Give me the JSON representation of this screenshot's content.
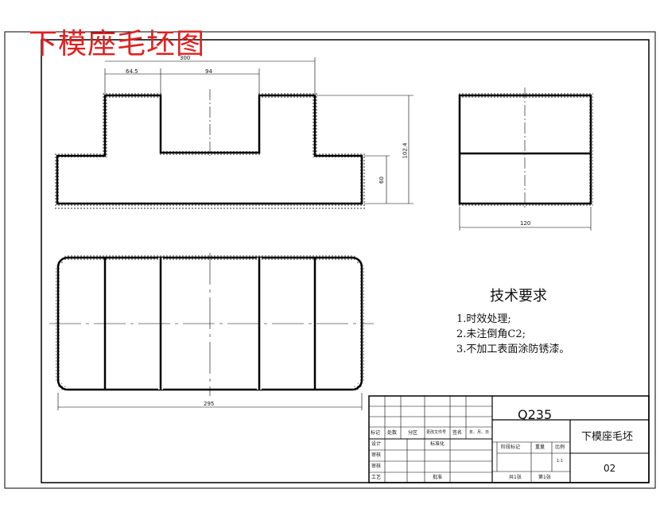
{
  "drawing_title": "下模座毛坯图",
  "dimensions": {
    "overall_top": "300",
    "left_step": "64.5",
    "slot_width": "94",
    "height_total": "102.4",
    "height_base": "60",
    "side_width": "120",
    "bottom_overall": "295"
  },
  "tech_requirements": {
    "title": "技术要求",
    "items": [
      "1.时效处理;",
      "2.未注倒角C2;",
      "3.不加工表面涂防锈漆。"
    ]
  },
  "title_block": {
    "material": "Q235",
    "part_name": "下模座毛坯",
    "drawing_no": "02",
    "headers": [
      "标记",
      "处数",
      "分区",
      "更改文件号",
      "签名",
      "年、月、日"
    ],
    "rows": [
      "设计",
      "审核",
      "审核",
      "工艺"
    ],
    "standardize": "标准化",
    "approve": "批准",
    "stage_mark": "阶段标记",
    "weight": "重量",
    "scale": "比例",
    "scale_value": "1:1",
    "sheets_total": "共1张",
    "sheet_no": "第1张"
  },
  "colors": {
    "title_red": "#e02020",
    "line": "#000000"
  }
}
